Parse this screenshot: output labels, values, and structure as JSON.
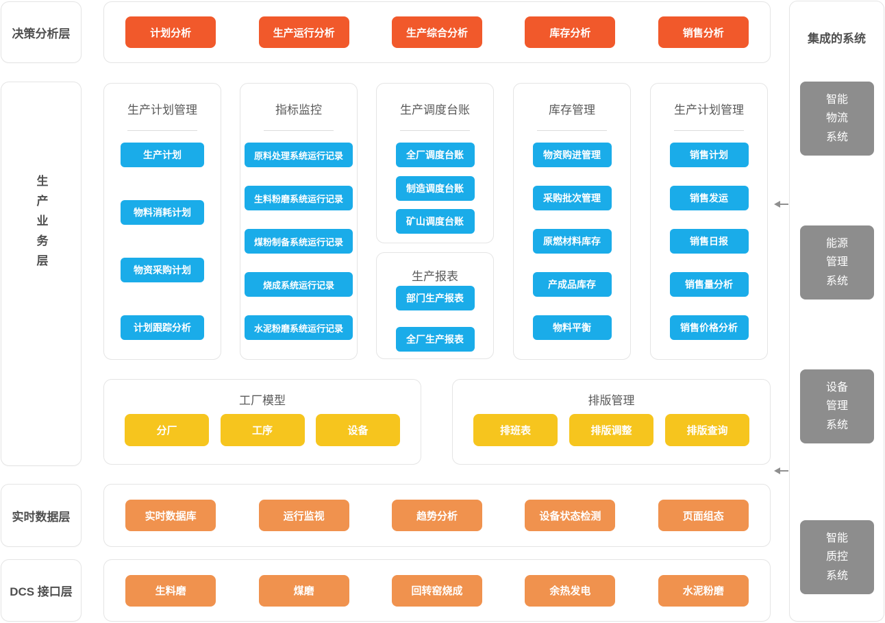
{
  "colors": {
    "analysis_red": "#f1592b",
    "module_blue": "#1aace9",
    "model_yellow": "#f6c51e",
    "interface_orange": "#f0924e",
    "system_gray": "#8d8d8d"
  },
  "layers": {
    "decision": "决策分析层",
    "business": "生产业务层",
    "realtime": "实时数据层",
    "dcs": "DCS 接口层"
  },
  "decision_modules": [
    "计划分析",
    "生产运行分析",
    "生产综合分析",
    "库存分析",
    "销售分析"
  ],
  "panels": [
    {
      "title": "生产计划管理",
      "buttons": [
        "生产计划",
        "物料消耗计划",
        "物资采购计划",
        "计划跟踪分析"
      ]
    },
    {
      "title": "指标监控",
      "buttons": [
        "原料处理系统运行记录",
        "生料粉磨系统运行记录",
        "煤粉制备系统运行记录",
        "烧成系统运行记录",
        "水泥粉磨系统运行记录"
      ]
    },
    {
      "title": "生产调度台账",
      "buttons": [
        "全厂调度台账",
        "制造调度台账",
        "矿山调度台账"
      ]
    },
    {
      "title": "生产报表",
      "buttons": [
        "部门生产报表",
        "全厂生产报表"
      ]
    },
    {
      "title": "库存管理",
      "buttons": [
        "物资购进管理",
        "采购批次管理",
        "原燃材料库存",
        "产成品库存",
        "物料平衡"
      ]
    },
    {
      "title": "生产计划管理",
      "buttons": [
        "销售计划",
        "销售发运",
        "销售日报",
        "销售量分析",
        "销售价格分析"
      ]
    }
  ],
  "model_panels": [
    {
      "title": "工厂模型",
      "buttons": [
        "分厂",
        "工序",
        "设备"
      ]
    },
    {
      "title": "排版管理",
      "buttons": [
        "排班表",
        "排版调整",
        "排版查询"
      ]
    }
  ],
  "realtime_modules": [
    "实时数据库",
    "运行监视",
    "趋势分析",
    "设备状态检测",
    "页面组态"
  ],
  "dcs_modules": [
    "生料磨",
    "煤磨",
    "回转窑烧成",
    "余热发电",
    "水泥粉磨"
  ],
  "integrated": {
    "title": "集成的系统",
    "systems": [
      "智能\n物流\n系统",
      "能源\n管理\n系统",
      "设备\n管理\n系统",
      "智能\n质控\n系统"
    ]
  }
}
